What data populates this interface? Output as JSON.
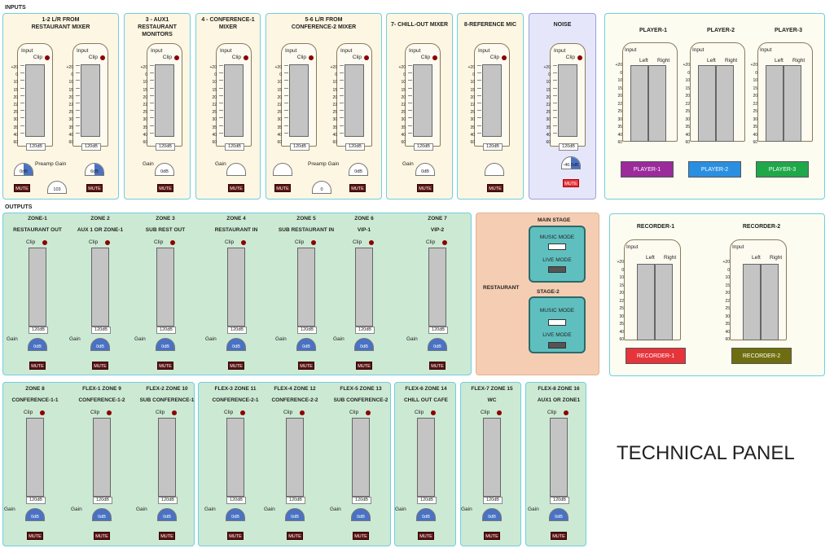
{
  "sections": {
    "inputs": "INPUTS",
    "outputs": "OUTPUTS"
  },
  "page_title": "TECHNICAL PANEL",
  "common": {
    "input": "Input",
    "clip": "Clip",
    "gain": "Gain",
    "mute": "MUTE",
    "left": "Left",
    "right": "Right",
    "db120": "120dB"
  },
  "scale": [
    "+20",
    "0",
    "10",
    "15",
    "20",
    "22",
    "25",
    "30",
    "35",
    "40",
    "60"
  ],
  "inputs": [
    {
      "title": "1-2 L/R FROM\nRESTAURANT MIXER",
      "preamp_label": "Preamp Gain",
      "knobs": [
        "0dB",
        "6dB",
        "103"
      ]
    },
    {
      "title": "3 - AUX1\nRESTAURANT\nMONITORS",
      "knob": "0dB"
    },
    {
      "title": "4 - CONFERENCE-1\nMIXER",
      "knob": ""
    },
    {
      "title": "5-6 L/R FROM\nCONFERENCE-2 MIXER",
      "preamp_label": "Preamp Gain",
      "knobs": [
        "",
        "0dB",
        "0"
      ]
    },
    {
      "title": "7- CHILL-OUT MIXER",
      "knob": "0dB"
    },
    {
      "title": "8-REFERENCE MIC",
      "knob": ""
    },
    {
      "title": "NOISE",
      "knob": "-40.5dB"
    }
  ],
  "players": {
    "titles": [
      "PLAYER-1",
      "PLAYER-2",
      "PLAYER-3"
    ],
    "buttons": [
      "PLAYER-1",
      "PLAYER-2",
      "PLAYER-3"
    ],
    "colors": [
      "#9b2a9b",
      "#2a8fe0",
      "#1fa84a"
    ]
  },
  "recorders": {
    "titles": [
      "RECORDER-1",
      "RECORDER-2"
    ],
    "buttons": [
      "RECORDER-1",
      "RECORDER-2"
    ],
    "colors": [
      "#e6343b",
      "#6e6e10"
    ]
  },
  "restaurant": {
    "label": "RESTAURANT",
    "main_stage": "MAIN STAGE",
    "stage2": "STAGE-2",
    "music_mode": "MUSIC MODE",
    "live_mode": "LIVE MODE"
  },
  "zones_row1": [
    {
      "name": "ZONE-1",
      "sub": "RESTAURANT OUT",
      "knob": "0dB"
    },
    {
      "name": "ZONE 2",
      "sub": "AUX 1 OR ZONE-1",
      "knob": "0dB"
    },
    {
      "name": "ZONE 3",
      "sub": "SUB REST OUT",
      "knob": "0dB"
    },
    {
      "name": "ZONE 4",
      "sub": "RESTAURANT IN",
      "knob": "0dB"
    },
    {
      "name": "ZONE 5",
      "sub": "SUB RESTAURANT IN",
      "knob": "0dB"
    },
    {
      "name": "ZONE 6",
      "sub": "VIP-1",
      "knob": "0dB"
    },
    {
      "name": "ZONE 7",
      "sub": "VIP-2",
      "knob": "0dB"
    }
  ],
  "zones_row2": [
    {
      "name": "ZONE 8",
      "sub": "CONFERENCE-1-1",
      "knob": "0dB"
    },
    {
      "name": "FLEX-1 ZONE 9",
      "sub": "CONFERENCE-1-2",
      "knob": "0dB"
    },
    {
      "name": "FLEX-2 ZONE 10",
      "sub": "SUB CONFERENCE-1",
      "knob": "0dB"
    },
    {
      "name": "FLEX-3 ZONE 11",
      "sub": "CONFERENCE-2-1",
      "knob": "0dB"
    },
    {
      "name": "FLEX-4 ZONE 12",
      "sub": "CONFERENCE-2-2",
      "knob": "0dB"
    },
    {
      "name": "FLEX-5 ZONE 13",
      "sub": "SUB CONFERENCE-2",
      "knob": "0dB"
    },
    {
      "name": "FLEX-6 ZONE 14",
      "sub": "CHILL OUT CAFE",
      "knob": "0dB"
    },
    {
      "name": "FLEX-7 ZONE 15",
      "sub": "WC",
      "knob": "0dB"
    },
    {
      "name": "FLEX-8 ZONE 16",
      "sub": "AUX1 OR ZONE1",
      "knob": "0dB"
    }
  ]
}
